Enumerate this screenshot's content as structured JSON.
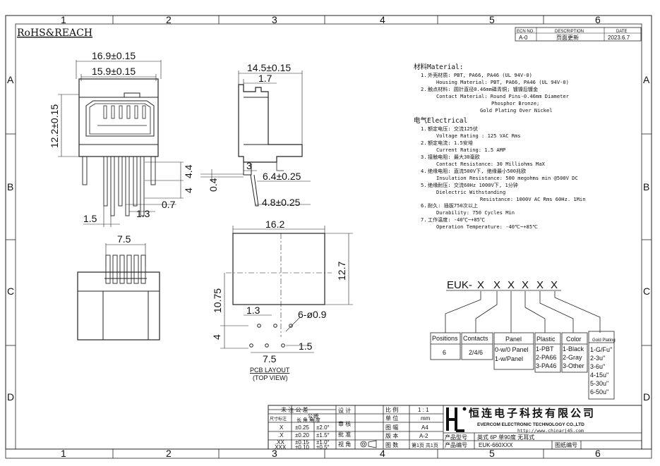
{
  "grid": {
    "cols": [
      "1",
      "2",
      "3",
      "4",
      "5",
      "6"
    ],
    "rows": [
      "A",
      "B",
      "C",
      "D"
    ]
  },
  "rohs": "RoHS&REACH",
  "revision": {
    "headers": [
      "ECN NO.",
      "DESCRIPTION",
      "DATE"
    ],
    "values": [
      "A-0",
      "页面更新",
      "2023.6.7"
    ]
  },
  "front_view": {
    "dim_outer": "16.9±0.15",
    "dim_inner": "15.9±0.15",
    "dim_height_top": "12.2±0.15",
    "dim_4_4": "4.4",
    "dim_4": "4",
    "dim_0_7": "0.7",
    "dim_1_5": "1.5",
    "dim_1_3": "1.3"
  },
  "side_view": {
    "dim_14_5": "14.5±0.15",
    "dim_1_7": "1.7",
    "dim_3": "3",
    "dim_0_4": "0.4",
    "dim_6_4": "6.4±0.25",
    "dim_4_8": "4.8±0.25"
  },
  "bottom_view": {
    "dim_7_5": "7.5"
  },
  "pcb_view": {
    "dim_16_2": "16.2",
    "dim_12_7": "12.7",
    "dim_10_75": "10.75",
    "dim_1_3": "1.3",
    "dim_holes": "6-ø0.9",
    "dim_4": "4",
    "dim_7_5": "7.5",
    "dim_1_5": "1.5",
    "layout_label": "PCB LAYOUT",
    "view_label": "(TOP  VIEW)"
  },
  "notes": {
    "material_title": "材料Material:",
    "material_items": [
      {
        "n": "1.",
        "cn": "外壳材质: PBT, PA66, PA46 (UL 94V-0)",
        "en": [
          "Housing Material: PBT, PA66, PA46 (UL 94V-0)"
        ]
      },
      {
        "n": "2.",
        "cn": "触点材料: 圆针直径0.46mm磷青铜; 镀镍后镀金",
        "en": [
          "Contact Material: Round Pins-0.46mm Diameter",
          "Phosphor Bronze;",
          "Gold Plating Over Nickel"
        ]
      }
    ],
    "electrical_title": "电气Electrical",
    "electrical_items": [
      {
        "n": "1.",
        "cn": "额定电压: 交流125伏",
        "en": [
          "Voltage Rating : 125 VAC Rms"
        ]
      },
      {
        "n": "2.",
        "cn": "额定电流: 1.5安培",
        "en": [
          "Current Rating: 1.5 AMP"
        ]
      },
      {
        "n": "3.",
        "cn": "接触电阻: 最大30毫欧",
        "en": [
          "Contact Resistance: 30 Milliohms MaX"
        ]
      },
      {
        "n": "4.",
        "cn": "绝缘电阻: 直流500V下, 绝缘最小500兆欧",
        "en": [
          "Insulation Resistance: 500 megohms min @500V DC"
        ]
      },
      {
        "n": "5.",
        "cn": "绝缘耐压: 交流60Hz 1000V下, 1分钟",
        "en": [
          "Dielectric Withstanding",
          "Resistance: 1000V AC Rms 60Hz. 1Min"
        ]
      },
      {
        "n": "6.",
        "cn": "耐久: 插拔750次以上",
        "en": [
          "Durability: 750 Cycles Min"
        ]
      },
      {
        "n": "7.",
        "cn": "工作温度: -40℃~+85℃",
        "en": [
          "Operation Temperature: -40℃~+85℃"
        ]
      }
    ]
  },
  "part_code": {
    "prefix": "EUK",
    "sep": "-",
    "slots": [
      "X",
      "X",
      "X",
      "X",
      "X"
    ],
    "tables": [
      {
        "title": "Positions",
        "values": [
          "6"
        ]
      },
      {
        "title": "Contacts",
        "values": [
          "2/4/6"
        ]
      },
      {
        "title": "Panel",
        "values": [
          "0-w/0 Panel",
          "1-w/Panel"
        ]
      },
      {
        "title": "Plastic",
        "values": [
          "1-PBT",
          "2-PA66",
          "3-PA46"
        ]
      },
      {
        "title": "Color",
        "values": [
          "1-Black",
          "2-Gray",
          "3-Other"
        ]
      },
      {
        "title": "Gold Plating",
        "values": [
          "1-G/Fu\"",
          "2-3u\"",
          "3-6u\"",
          "4-15u\"",
          "5-30u\"",
          "6-50u\""
        ]
      }
    ]
  },
  "title_block": {
    "tol_title": "未 注 公 差",
    "tol_sub1": "尺寸标注",
    "tol_sub2": "公 差",
    "tol_sub3": "长 角 角 度",
    "tol_rows": [
      {
        "k": "X",
        "a": "±0.25",
        "b": "±2.0°"
      },
      {
        "k": ".X",
        "a": "±0.20",
        "b": "±1.5°"
      },
      {
        "k": ".XX",
        "a": "±0.15",
        "b": "±1.0°"
      },
      {
        "k": ".XXX",
        "a": "±0.10",
        "b": "±0.5°"
      }
    ],
    "roles": [
      "设 计",
      "审 核",
      "批 准",
      "视 角"
    ],
    "props": [
      {
        "k": "比 例",
        "v": "1 : 1"
      },
      {
        "k": "单 位",
        "v": "mm"
      },
      {
        "k": "图 幅",
        "v": "A4"
      },
      {
        "k": "版 本",
        "v": "A-2"
      },
      {
        "k": "图 数",
        "v": "第1页 共1页"
      }
    ],
    "company_cn": "恒连电子科技有限公司",
    "company_en": "EVERCOM ELECTRONIC TECHNOLOGY CO.,LTD",
    "website": "http://www.chinarj45.com",
    "product_name_label": "产品型号",
    "product_name": "英式 6P 单90度  无耳式",
    "product_no_label": "产品编号",
    "product_no": "EUK-660XXX",
    "drawing_no_label": "图纸编号",
    "drawing_no": ""
  }
}
